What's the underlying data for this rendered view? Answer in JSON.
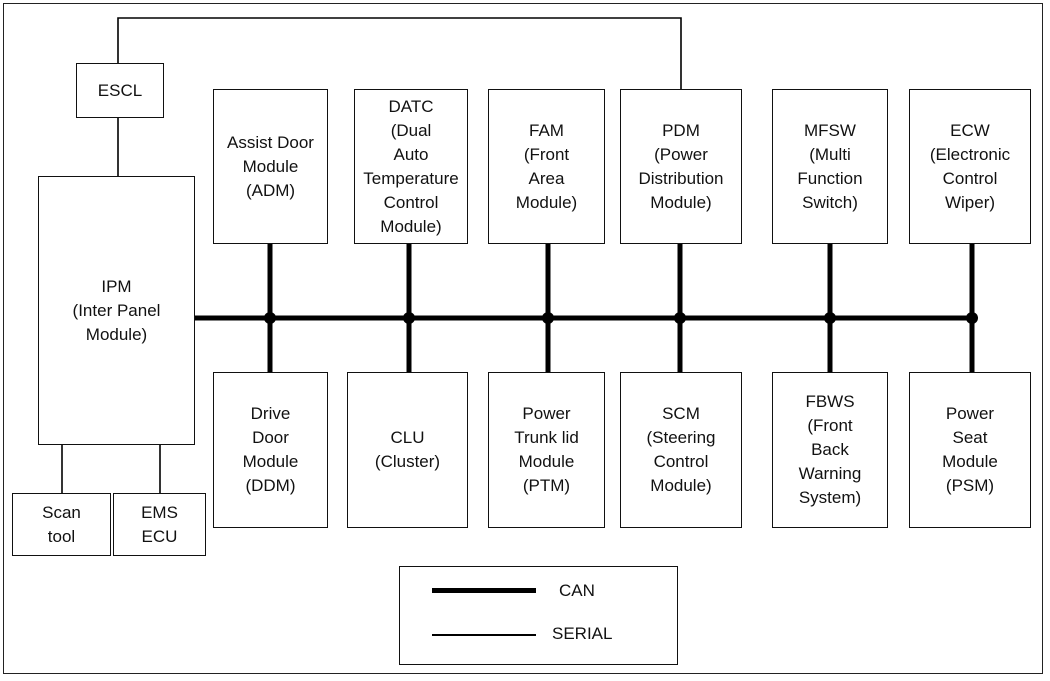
{
  "modules": {
    "escl": "ESCL",
    "ipm": "IPM\n(Inter Panel\nModule)",
    "scan": "Scan\ntool",
    "ems": "EMS\nECU",
    "adm": "Assist Door\nModule\n(ADM)",
    "datc": "DATC\n(Dual\nAuto\nTemperature\nControl\nModule)",
    "fam": "FAM\n(Front\nArea\nModule)",
    "pdm": "PDM\n(Power\nDistribution\nModule)",
    "mfsw": "MFSW\n(Multi\nFunction\nSwitch)",
    "ecw": "ECW\n(Electronic\nControl\nWiper)",
    "ddm": "Drive\nDoor\nModule\n(DDM)",
    "clu": "CLU\n(Cluster)",
    "ptm": "Power\nTrunk lid\nModule\n(PTM)",
    "scm": "SCM\n(Steering\nControl\nModule)",
    "fbws": "FBWS\n(Front\nBack\nWarning\nSystem)",
    "psm": "Power\nSeat\nModule\n(PSM)"
  },
  "legend": {
    "can": "CAN",
    "serial": "SERIAL"
  }
}
